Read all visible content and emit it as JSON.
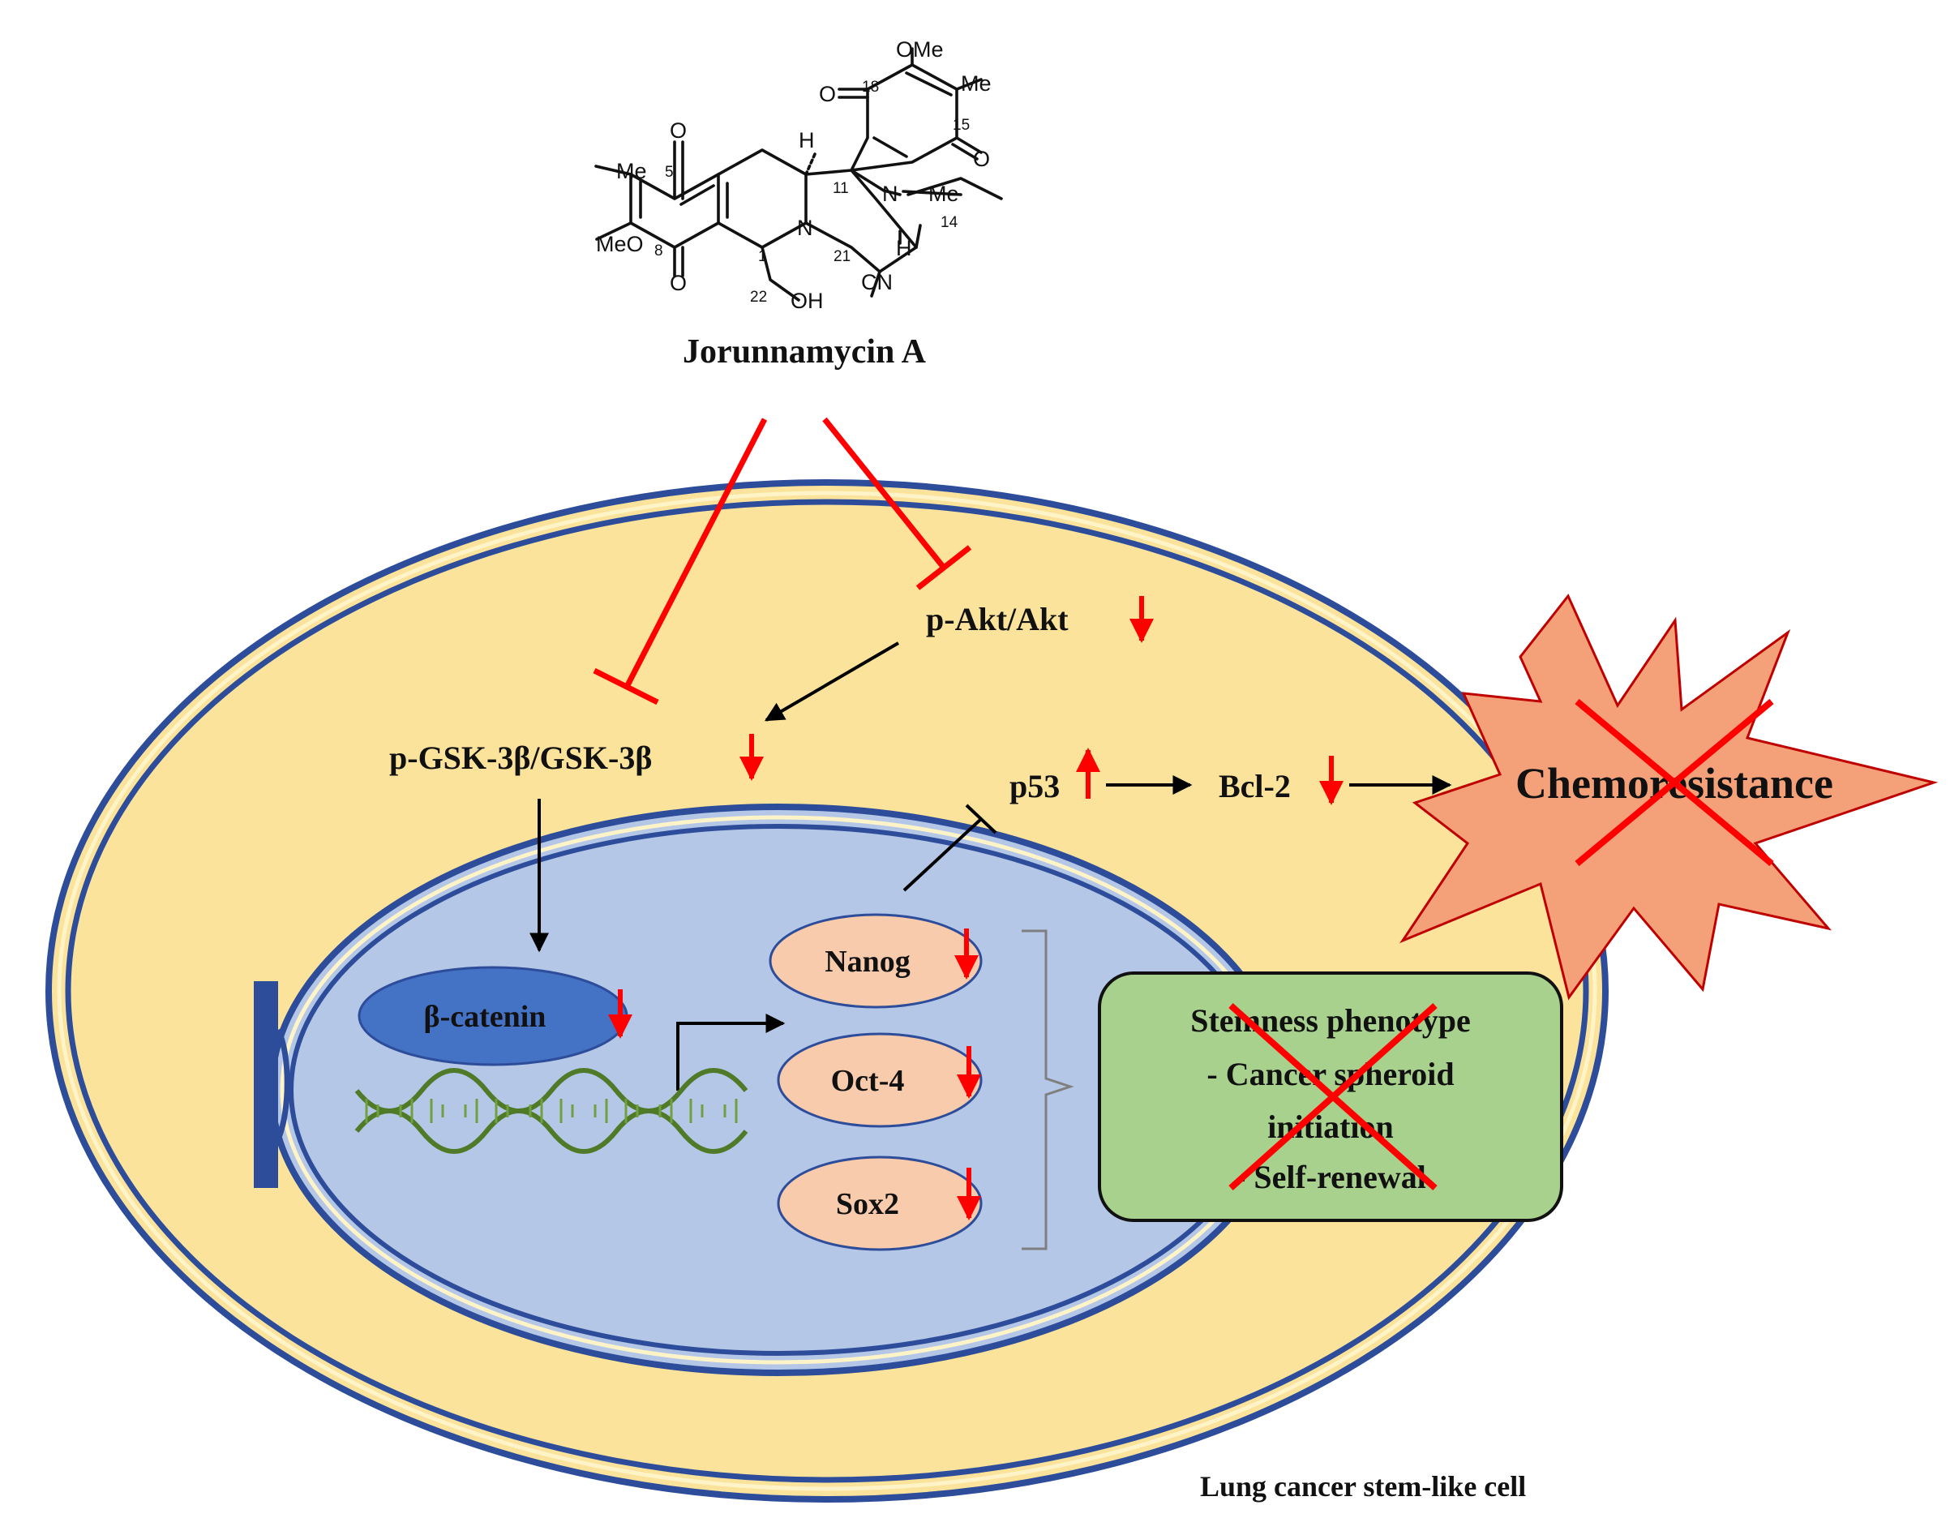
{
  "compound": {
    "name": "Jorunnamycin A",
    "atoms": {
      "ome_top": "OMe",
      "me_top": "Me",
      "o18": "O",
      "n18": "18",
      "n15": "15",
      "o15": "O",
      "o5": "O",
      "me_left": "Me",
      "n5": "5",
      "h_top": "H",
      "n11": "11",
      "n_bridge": "N",
      "me_n": "Me",
      "n14": "14",
      "ome_left": "MeO",
      "n8": "8",
      "n1": "1",
      "n_ring": "N",
      "n21": "21",
      "h_bot": "H",
      "o8": "O",
      "n22": "22",
      "oh": "OH",
      "cn": "CN"
    }
  },
  "pathway": {
    "pakt": "p-Akt/Akt",
    "pgsk": "p-GSK-3β/GSK-3β",
    "p53": "p53",
    "bcl2": "Bcl-2",
    "chemoresistance": "Chemoresistance",
    "beta_catenin": "β-catenin",
    "nanog": "Nanog",
    "oct4": "Oct-4",
    "sox2": "Sox2",
    "stemness": {
      "line1": "Stemness phenotype",
      "line2": "- Cancer spheroid",
      "line3": "initiation",
      "line4": "- Self-renewal"
    },
    "cell_label": "Lung cancer stem-like cell"
  },
  "colors": {
    "cytoplasm": "#fbe39b",
    "membrane": "#2d4d9a",
    "nucleus": "#b4c7e7",
    "beta_catenin": "#4472c4",
    "tf_oval": "#f8cbad",
    "stemness_box": "#a9d18e",
    "burst": "#f4a17a",
    "inhibit_red": "#ff0000",
    "dna": "#4f7a28"
  }
}
